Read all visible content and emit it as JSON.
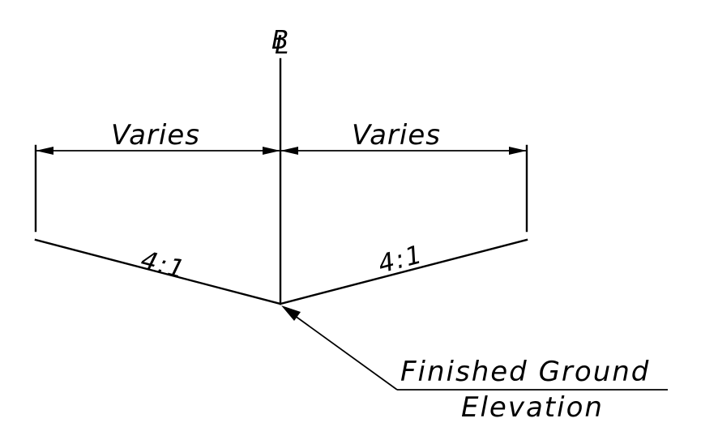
{
  "diagram": {
    "baseline_symbol_b": "B",
    "baseline_symbol_l": "L",
    "width_left_label": "Varies",
    "width_right_label": "Varies",
    "slope_left_label": "4:1",
    "slope_right_label": "4:1",
    "callout_line1": "Finished Ground",
    "callout_line2": "Elevation"
  }
}
